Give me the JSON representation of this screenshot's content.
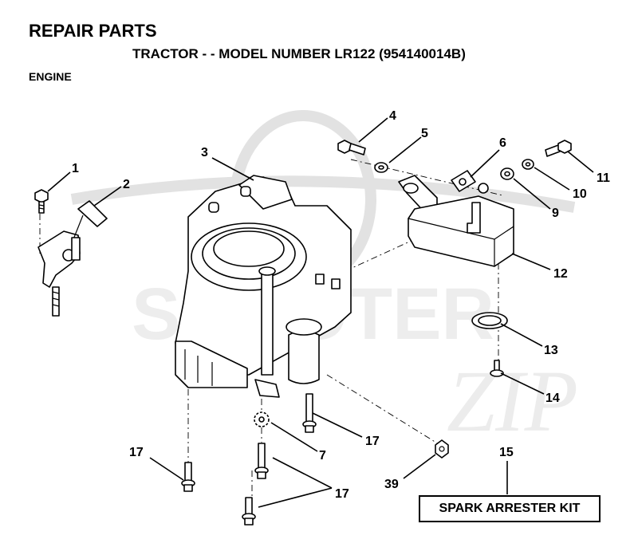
{
  "header": {
    "title": "REPAIR PARTS",
    "subtitle": "TRACTOR - - MODEL NUMBER LR122 (954140014B)",
    "section": "ENGINE"
  },
  "watermark": {
    "text": "SCOOTER",
    "script_text": "ZIP"
  },
  "callouts": {
    "p1": "1",
    "p2": "2",
    "p3": "3",
    "p4": "4",
    "p5": "5",
    "p6": "6",
    "p7": "7",
    "p9": "9",
    "p10": "10",
    "p11": "11",
    "p12": "12",
    "p13": "13",
    "p14": "14",
    "p15": "15",
    "p17a": "17",
    "p17b": "17",
    "p17c": "17",
    "p39": "39"
  },
  "kit": {
    "label": "SPARK ARRESTER KIT"
  }
}
